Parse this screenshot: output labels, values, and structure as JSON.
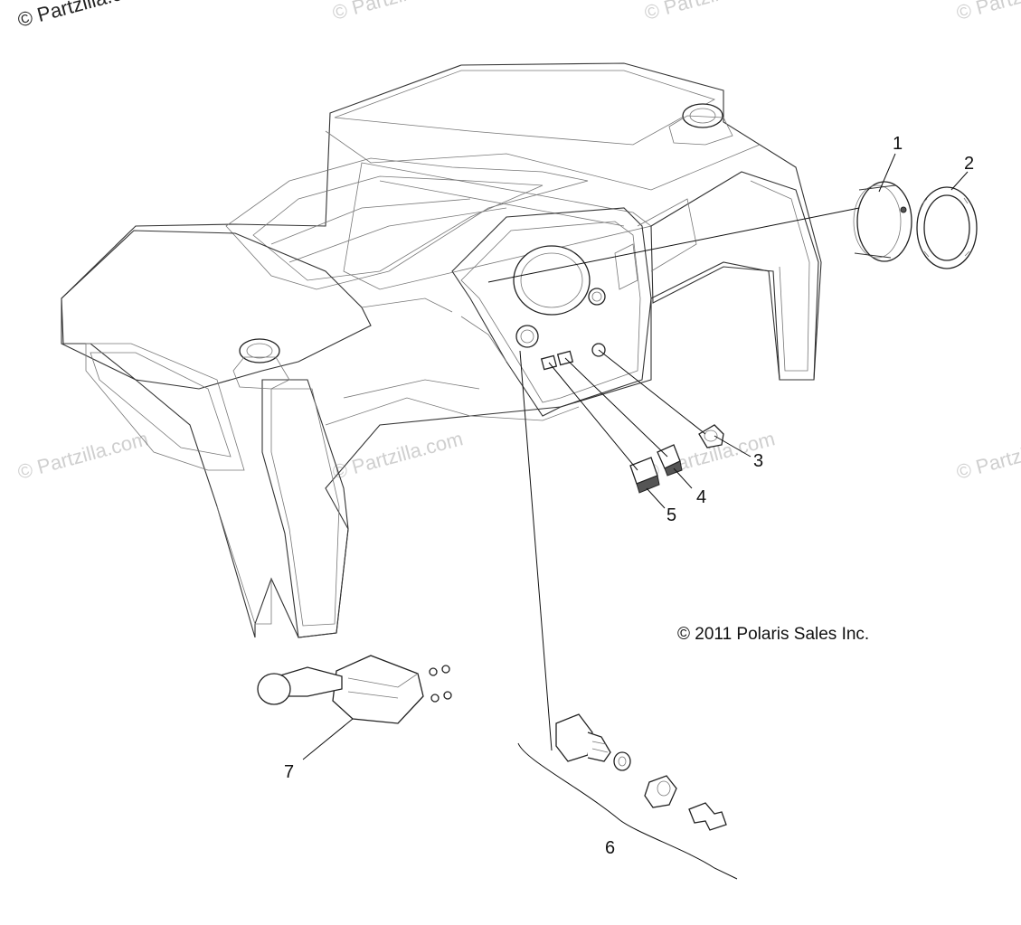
{
  "watermark": {
    "corner": "© Partzilla.com",
    "repeat": "© Partzilla.com"
  },
  "copyright": "© 2011 Polaris Sales Inc.",
  "callouts": [
    {
      "id": "1",
      "label": "1"
    },
    {
      "id": "2",
      "label": "2"
    },
    {
      "id": "3",
      "label": "3"
    },
    {
      "id": "4",
      "label": "4"
    },
    {
      "id": "5",
      "label": "5"
    },
    {
      "id": "6",
      "label": "6"
    },
    {
      "id": "7",
      "label": "7"
    }
  ]
}
